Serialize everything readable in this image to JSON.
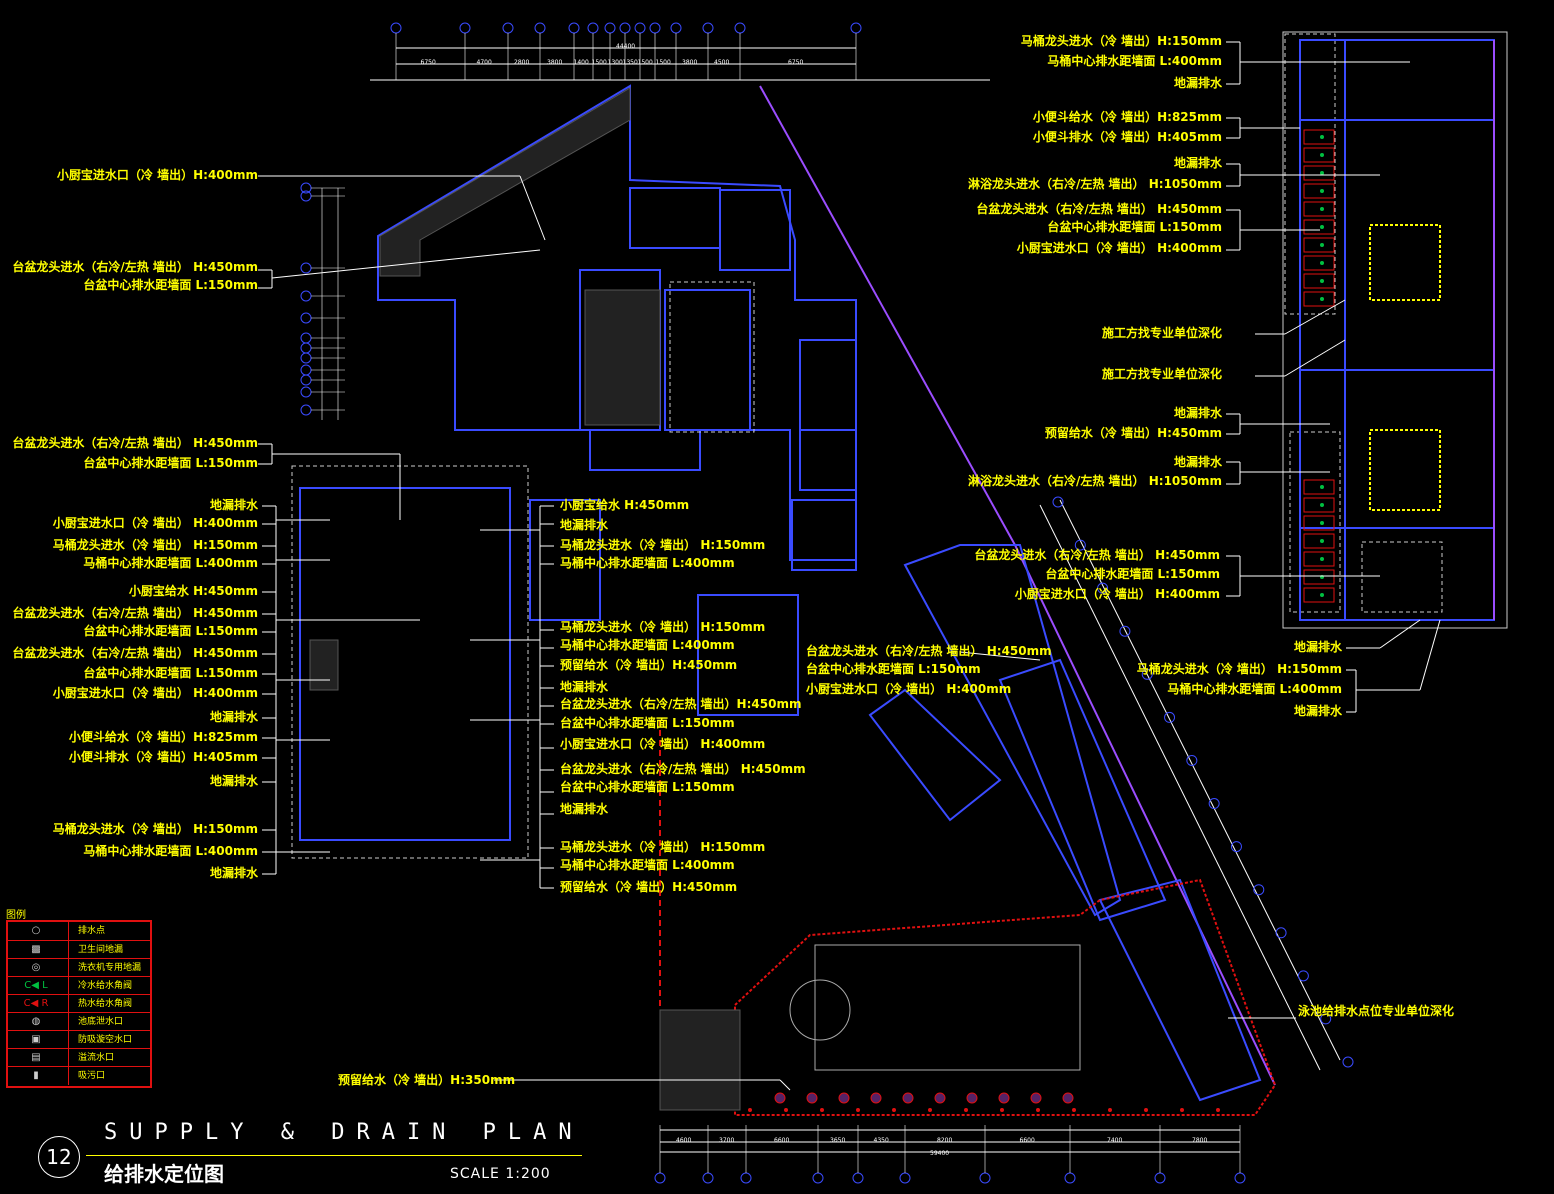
{
  "drawing": {
    "number": "12",
    "title_en": "SUPPLY  &  DRAIN  PLAN",
    "title_cn": "给排水定位图",
    "scale": "SCALE 1:200"
  },
  "legend": {
    "title": "图例",
    "items": [
      {
        "symbol": "○",
        "text": "排水点"
      },
      {
        "symbol": "▩",
        "text": "卫生间地漏"
      },
      {
        "symbol": "◎",
        "text": "洗衣机专用地漏"
      },
      {
        "symbol": "C◀ L",
        "text": "冷水给水角阀"
      },
      {
        "symbol": "C◀ R",
        "text": "热水给水角阀"
      },
      {
        "symbol": "◍",
        "text": "池底泄水口"
      },
      {
        "symbol": "▣",
        "text": "防吸漩空水口"
      },
      {
        "symbol": "▤",
        "text": "溢流水口"
      },
      {
        "symbol": "▮",
        "text": "吸污口"
      }
    ]
  },
  "top_dims": [
    "6750",
    "4700",
    "2800",
    "3800",
    "1400",
    "1500",
    "1300",
    "1350",
    "1500",
    "1500",
    "3800",
    "4500",
    "6750"
  ],
  "top_total": "44400",
  "bottom_dims": [
    "4600",
    "3700",
    "6600",
    "3650",
    "4350",
    "8200",
    "6600",
    "7400",
    "7800"
  ],
  "bottom_total": "59400",
  "callouts_left": [
    "小厨宝进水口（冷  墙出）H:400mm",
    "台盆龙头进水（右冷/左热  墙出） H:450mm",
    "台盆中心排水距墙面  L:150mm",
    "台盆龙头进水（右冷/左热  墙出） H:450mm",
    "台盆中心排水距墙面  L:150mm",
    "地漏排水",
    "小厨宝进水口（冷  墙出） H:400mm",
    "马桶龙头进水（冷    墙出） H:150mm",
    "马桶中心排水距墙面  L:400mm",
    "小厨宝给水  H:450mm",
    "台盆龙头进水（右冷/左热  墙出） H:450mm",
    "台盆中心排水距墙面  L:150mm",
    "台盆龙头进水（右冷/左热  墙出） H:450mm",
    "台盆中心排水距墙面  L:150mm",
    "小厨宝进水口（冷  墙出） H:400mm",
    "地漏排水",
    "小便斗给水（冷  墙出）H:825mm",
    "小便斗排水（冷  墙出）H:405mm",
    "地漏排水",
    "马桶龙头进水（冷    墙出） H:150mm",
    "马桶中心排水距墙面  L:400mm",
    "地漏排水"
  ],
  "callouts_center": [
    "小厨宝给水  H:450mm",
    "地漏排水",
    "马桶龙头进水（冷    墙出） H:150mm",
    "马桶中心排水距墙面  L:400mm",
    "马桶龙头进水（冷    墙出） H:150mm",
    "马桶中心排水距墙面  L:400mm",
    "预留给水（冷  墙出）H:450mm",
    "地漏排水",
    "台盆龙头进水（右冷/左热  墙出）H:450mm",
    "台盆中心排水距墙面  L:150mm",
    "小厨宝进水口（冷  墙出） H:400mm",
    "台盆龙头进水（右冷/左热  墙出） H:450mm",
    "台盆中心排水距墙面  L:150mm",
    "地漏排水",
    "马桶龙头进水（冷    墙出） H:150mm",
    "马桶中心排水距墙面  L:400mm",
    "预留给水（冷  墙出）H:450mm",
    "台盆龙头进水（右冷/左热  墙出） H:450mm",
    "台盆中心排水距墙面  L:150mm",
    "小厨宝进水口（冷  墙出） H:400mm",
    "预留给水（冷  墙出）H:350mm"
  ],
  "callouts_right": [
    "马桶龙头进水（冷    墙出）H:150mm",
    "马桶中心排水距墙面  L:400mm",
    "地漏排水",
    "小便斗给水（冷  墙出）H:825mm",
    "小便斗排水（冷  墙出）H:405mm",
    "地漏排水",
    "淋浴龙头进水（右冷/左热    墙出） H:1050mm",
    "台盆龙头进水（右冷/左热  墙出） H:450mm",
    "台盆中心排水距墙面  L:150mm",
    "小厨宝进水口（冷  墙出） H:400mm",
    "施工方找专业单位深化",
    "施工方找专业单位深化",
    "地漏排水",
    "预留给水（冷  墙出）H:450mm",
    "地漏排水",
    "淋浴龙头进水（右冷/左热    墙出） H:1050mm",
    "台盆龙头进水（右冷/左热  墙出） H:450mm",
    "台盆中心排水距墙面  L:150mm",
    "小厨宝进水口（冷  墙出） H:400mm",
    "地漏排水",
    "马桶龙头进水（冷    墙出） H:150mm",
    "马桶中心排水距墙面  L:400mm",
    "地漏排水",
    "泳池给排水点位专业单位深化"
  ],
  "colors": {
    "background": "#000000",
    "callout_text": "#ffff00",
    "wall": "#3a4bff",
    "accent_wall": "#9b4dff",
    "pool_edge": "#e01010",
    "fixture": "#00c040"
  }
}
